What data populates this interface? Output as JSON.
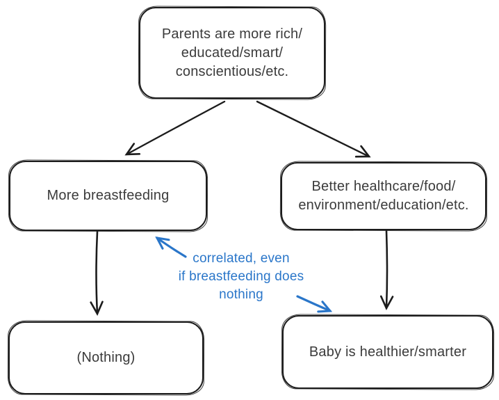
{
  "diagram": {
    "type": "flowchart",
    "nodes": [
      {
        "id": "parents",
        "label": "Parents are more rich/\neducated/smart/\nconscientious/etc."
      },
      {
        "id": "breastfeeding",
        "label": "More breastfeeding"
      },
      {
        "id": "healthcare",
        "label": "Better healthcare/food/\nenvironment/education/etc."
      },
      {
        "id": "nothing",
        "label": "(Nothing)"
      },
      {
        "id": "baby",
        "label": "Baby is healthier/smarter"
      }
    ],
    "edges": [
      {
        "from": "parents",
        "to": "breastfeeding",
        "style": "black-arrow"
      },
      {
        "from": "parents",
        "to": "healthcare",
        "style": "black-arrow"
      },
      {
        "from": "breastfeeding",
        "to": "nothing",
        "style": "black-arrow"
      },
      {
        "from": "healthcare",
        "to": "baby",
        "style": "black-arrow"
      },
      {
        "from": "annotation",
        "to": "breastfeeding",
        "style": "blue-arrow"
      },
      {
        "from": "annotation",
        "to": "baby",
        "style": "blue-arrow"
      }
    ],
    "annotation": {
      "text": "correlated, even\nif breastfeeding does\nnothing"
    }
  },
  "colors": {
    "stroke_black": "#1c1c1c",
    "text_dark": "#3b3b3b",
    "accent_blue": "#2a76c9",
    "background": "#ffffff"
  }
}
